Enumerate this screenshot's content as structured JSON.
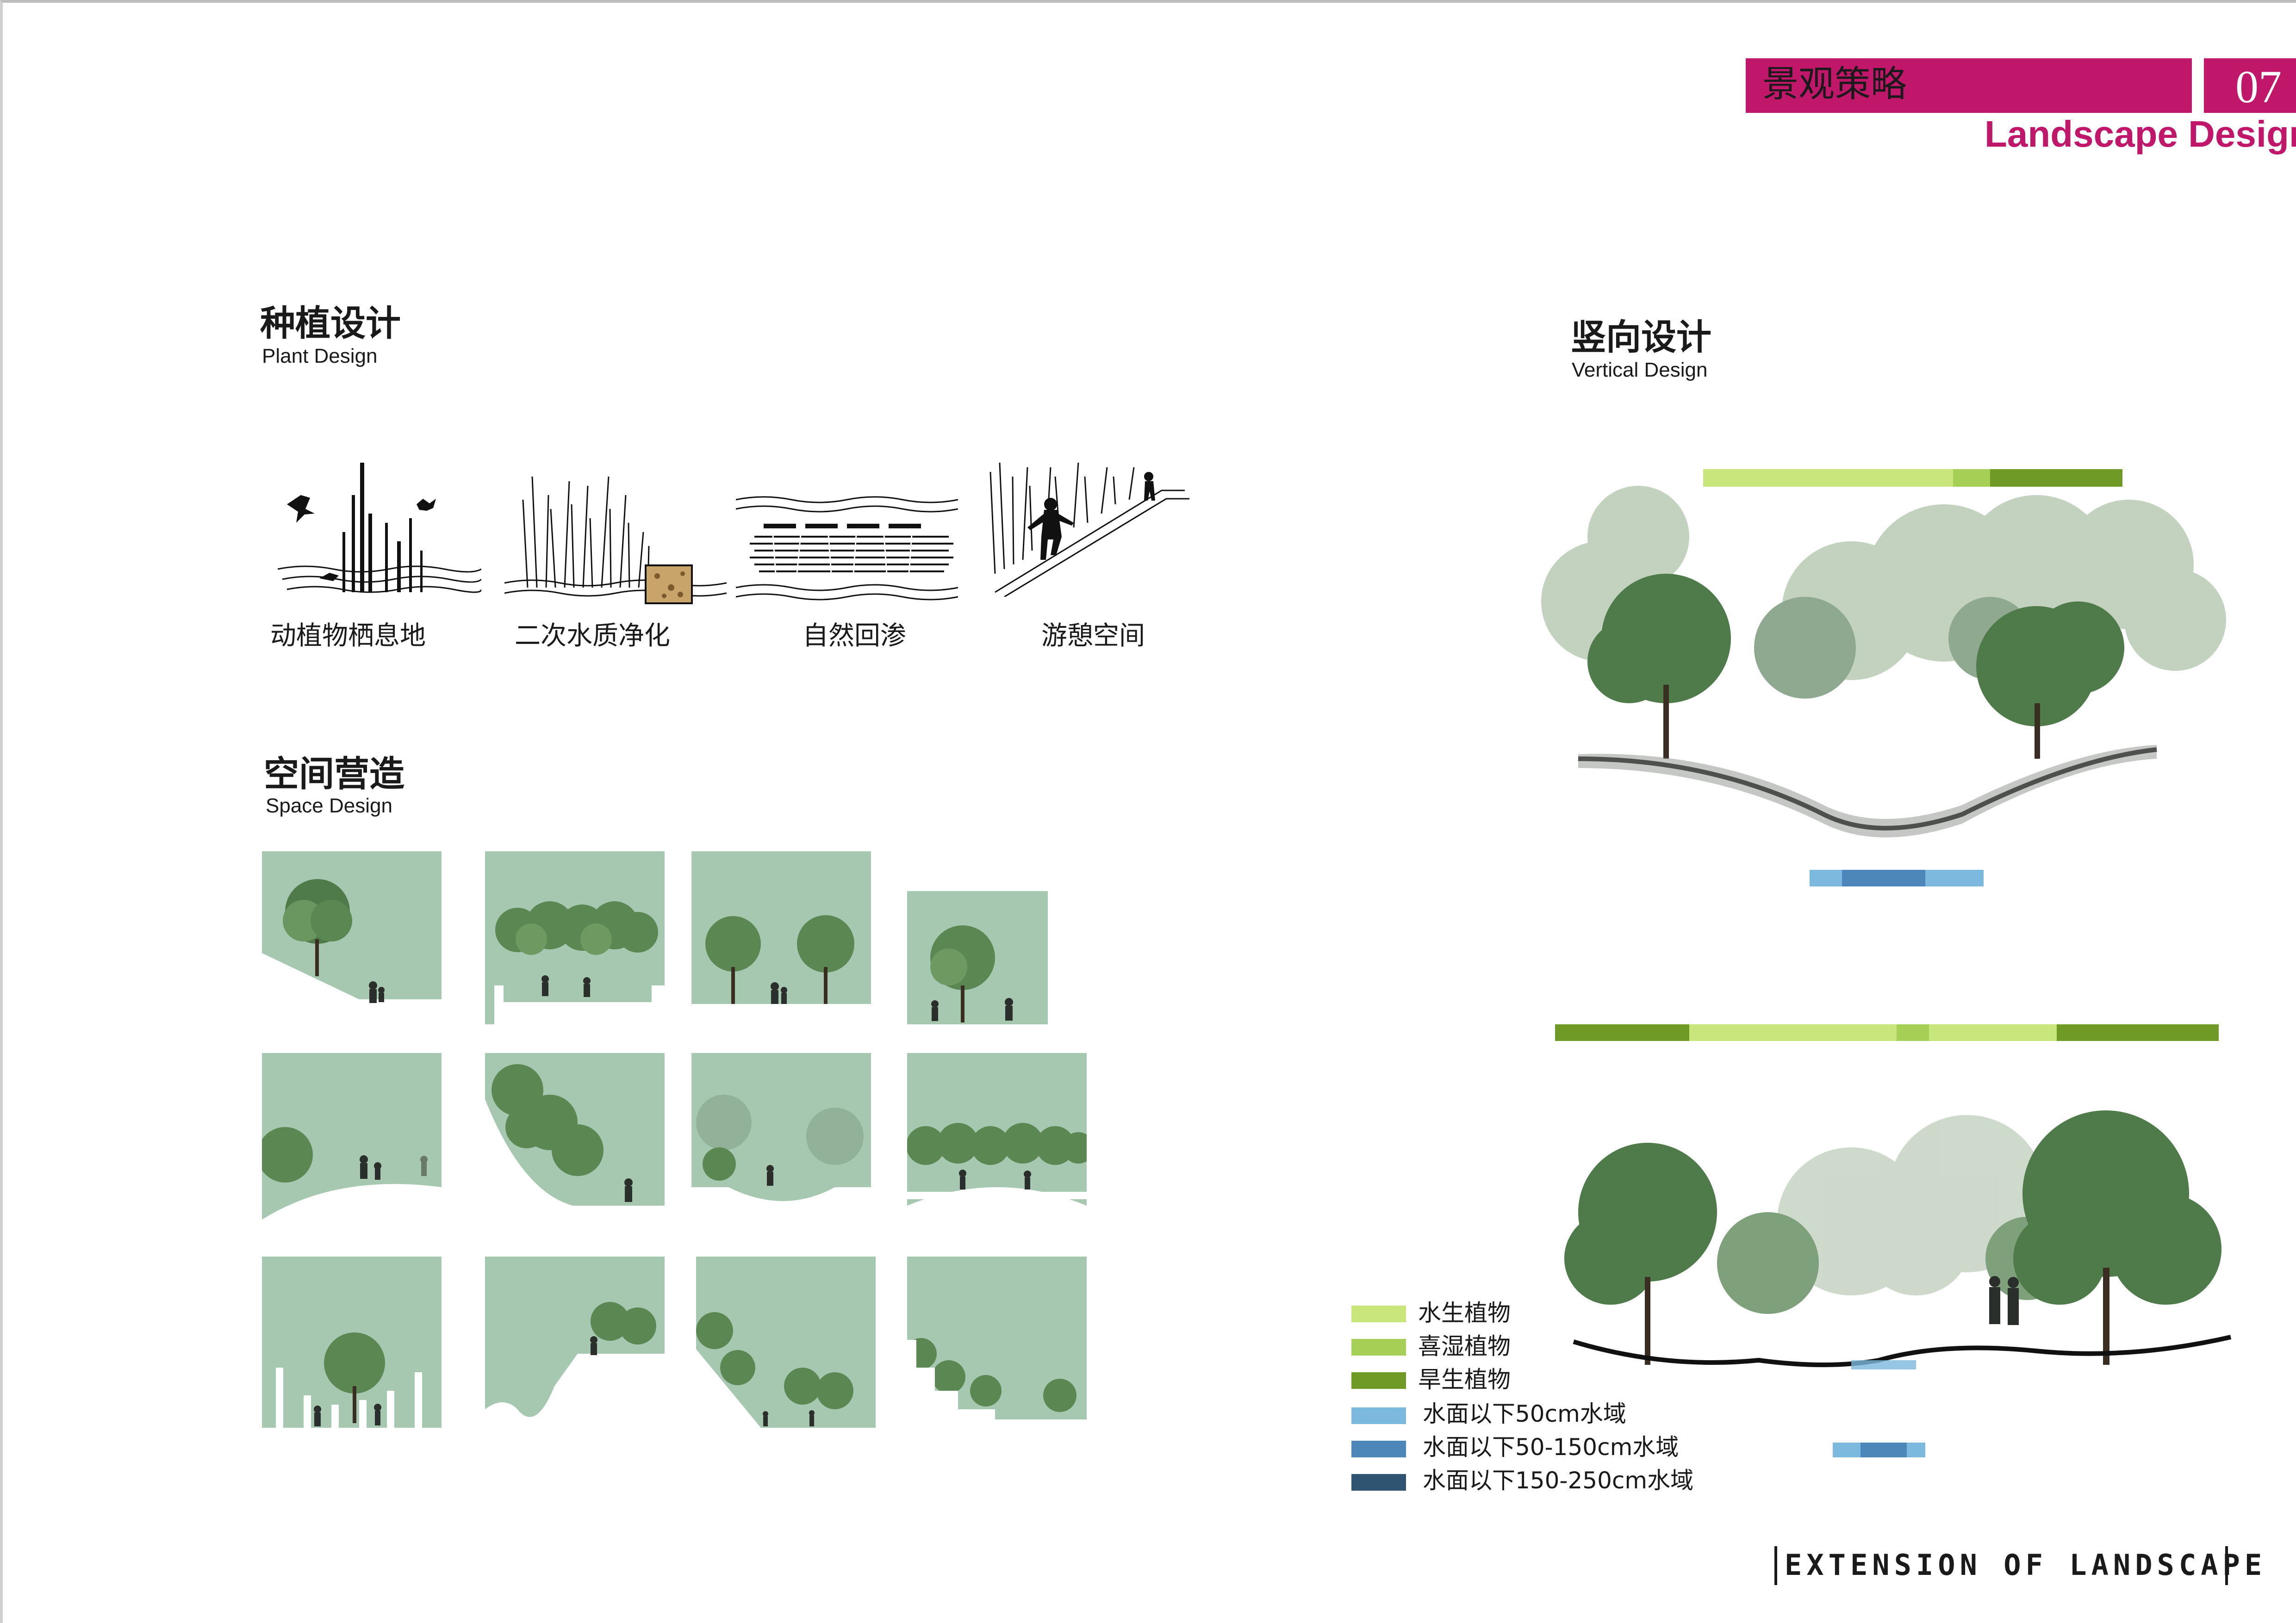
{
  "header": {
    "title": "景观策略",
    "page_number": "07",
    "subtitle": "Landscape Design"
  },
  "plant_design": {
    "title_cn": "种植设计",
    "title_en": "Plant Design",
    "items": [
      {
        "label": "动植物栖息地",
        "icon": "habitat-icon"
      },
      {
        "label": "二次水质净化",
        "icon": "water-purification-icon"
      },
      {
        "label": "自然回渗",
        "icon": "natural-infiltration-icon"
      },
      {
        "label": "游憩空间",
        "icon": "recreation-space-icon"
      }
    ]
  },
  "space_design": {
    "title_cn": "空间营造",
    "title_en": "Space Design"
  },
  "vertical_design": {
    "title_cn": "竖向设计",
    "title_en": "Vertical Design"
  },
  "legend": [
    {
      "label": "水生植物",
      "color": "#c9e67c"
    },
    {
      "label": "喜湿植物",
      "color": "#a5cf55"
    },
    {
      "label": "旱生植物",
      "color": "#6f9a26"
    },
    {
      "label": "水面以下50cm水域",
      "color": "#7db8df"
    },
    {
      "label": "水面以下50-150cm水域",
      "color": "#4d86b8"
    },
    {
      "label": "水面以下150-250cm水域",
      "color": "#2f5472"
    }
  ],
  "footer": {
    "text": "EXTENSION OF LANDSCAPE"
  },
  "colors": {
    "accent": "#c0176a",
    "panel": "#a7c8b0",
    "tree_dark": "#4f7a49",
    "tree_light": "#b9c9b4"
  }
}
